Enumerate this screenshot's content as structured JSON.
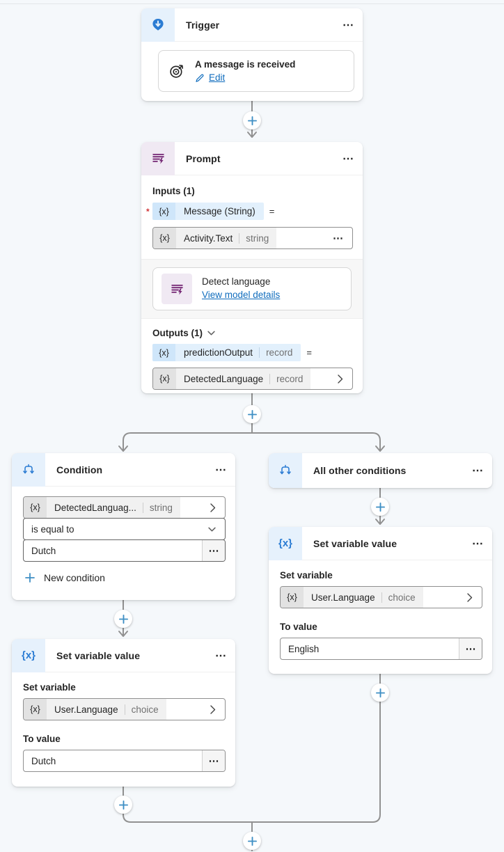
{
  "colors": {
    "accent_blue": "#2b7cd3",
    "steel_blue_plus": "#3e8fc4",
    "prompt_purple": "#742774",
    "link_blue": "#0f6cbd",
    "required_red": "#d13438",
    "connector_gray": "#919191",
    "canvas_bg": "#f5f8fb"
  },
  "icons": {
    "more": "⋯",
    "variable_chip": "{x}",
    "equals": "=",
    "required_marker": "*"
  },
  "nodes": {
    "trigger": {
      "title": "Trigger",
      "event_name": "A message is received",
      "edit_label": "Edit"
    },
    "prompt": {
      "title": "Prompt",
      "inputs_label": "Inputs (1)",
      "message_param": "Message (String)",
      "message_value": {
        "name": "Activity.Text",
        "type": "string"
      },
      "model": {
        "name": "Detect language",
        "details_link": "View model details"
      },
      "outputs_label": "Outputs (1)",
      "output_param": {
        "name": "predictionOutput",
        "type": "record"
      },
      "output_value": {
        "name": "DetectedLanguage",
        "type": "record"
      }
    },
    "condition": {
      "title": "Condition",
      "operand": {
        "name": "DetectedLanguag...",
        "type": "string"
      },
      "operator": "is equal to",
      "value": "Dutch",
      "new_condition_label": "New condition"
    },
    "all_other_conditions": {
      "title": "All other conditions"
    },
    "set_variable_dutch": {
      "title": "Set variable value",
      "set_variable_label": "Set variable",
      "variable": {
        "name": "User.Language",
        "type": "choice"
      },
      "to_value_label": "To value",
      "value": "Dutch"
    },
    "set_variable_english": {
      "title": "Set variable value",
      "set_variable_label": "Set variable",
      "variable": {
        "name": "User.Language",
        "type": "choice"
      },
      "to_value_label": "To value",
      "value": "English"
    }
  }
}
